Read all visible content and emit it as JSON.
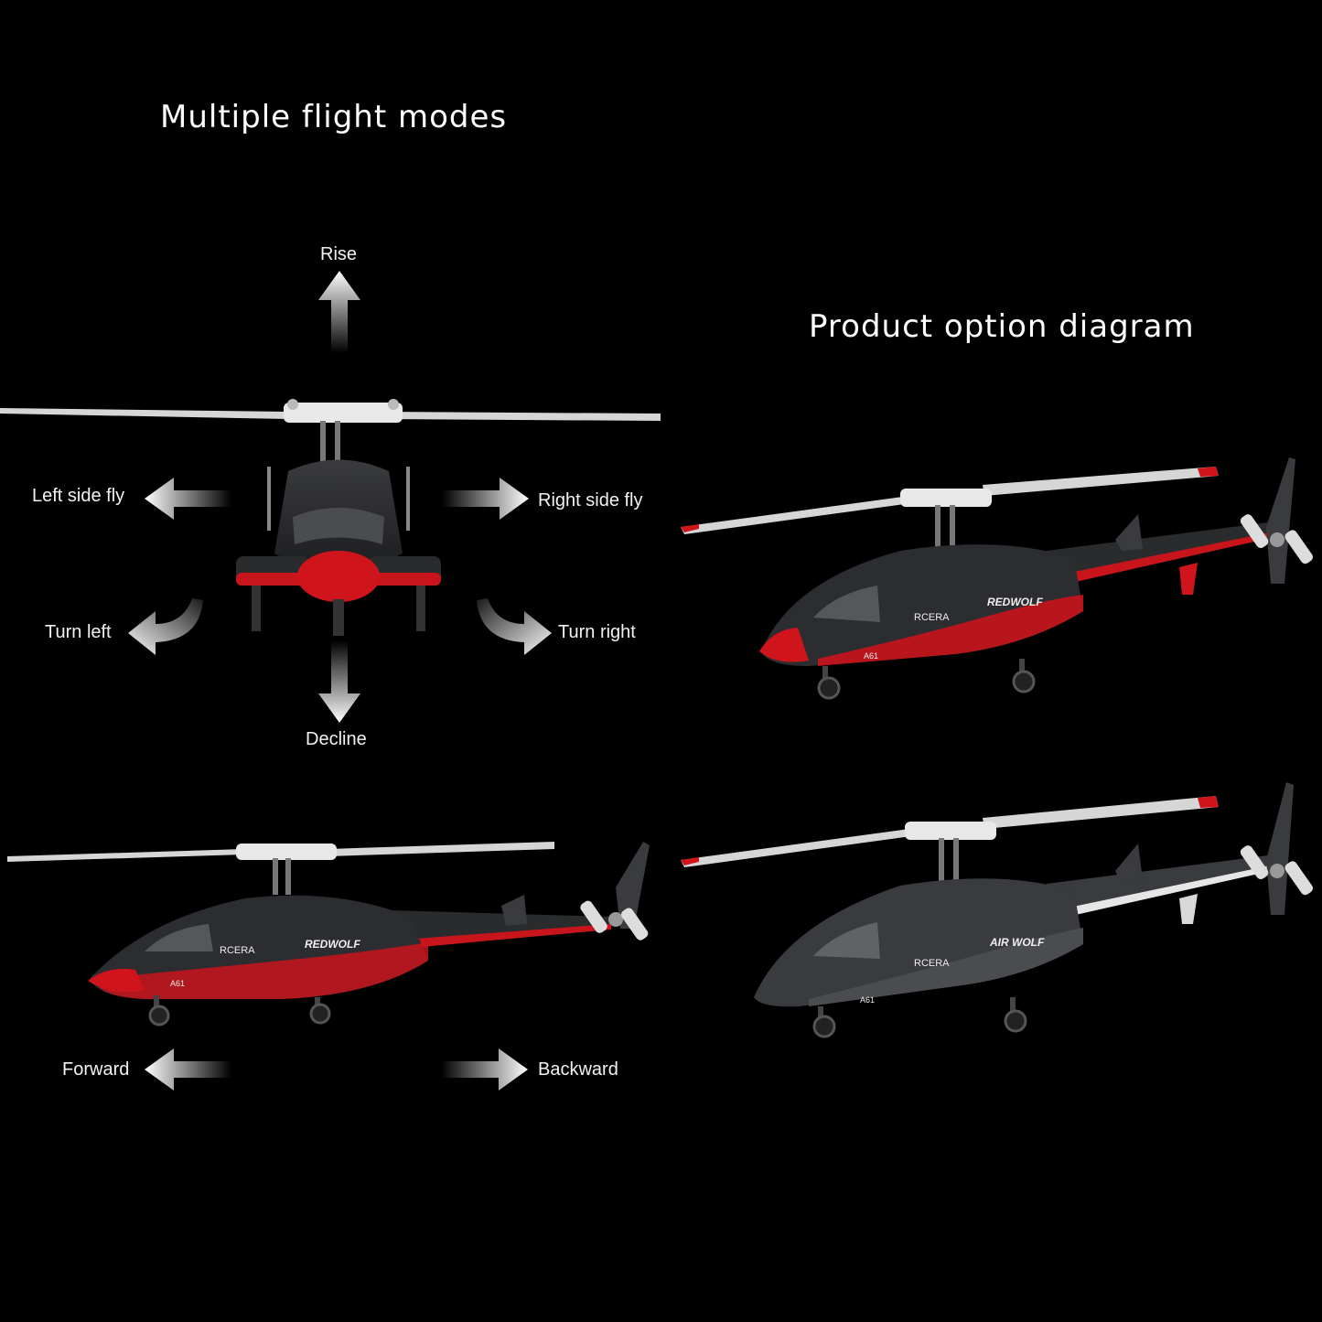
{
  "sections": {
    "flight_modes_title": "Multiple flight modes",
    "product_options_title": "Product option diagram"
  },
  "flight_modes": {
    "rise": "Rise",
    "decline": "Decline",
    "left_side_fly": "Left side fly",
    "right_side_fly": "Right side fly",
    "turn_left": "Turn left",
    "turn_right": "Turn right",
    "forward": "Forward",
    "backward": "Backward"
  },
  "helicopters": {
    "brand": "RCERA",
    "model": "A61",
    "variant_red": "REDWOLF",
    "variant_grey": "AIR WOLF"
  },
  "colors": {
    "background": "#000000",
    "body_dark": "#2a2b2d",
    "accent_red": "#d0141b",
    "blade": "#d9d9d9"
  }
}
